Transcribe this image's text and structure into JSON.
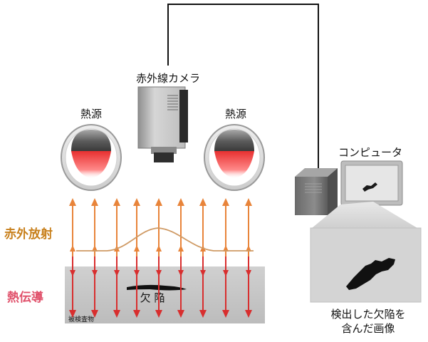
{
  "labels": {
    "camera": "赤外線カメラ",
    "heat_source_left": "熱源",
    "heat_source_right": "熱源",
    "computer": "コンピュータ",
    "infrared_radiation": "赤外放射",
    "heat_conduction": "熱伝導",
    "defect": "欠 陥",
    "specimen": "被検査物",
    "result_image_line1": "検出した欠陥を",
    "result_image_line2": "含んだ画像"
  },
  "colors": {
    "infrared_label": "#c8801c",
    "conduction_label": "#e0506a",
    "radiation_arrow": "#e8843a",
    "conduction_arrow": "#d82e2e",
    "specimen": "#c6c6c6",
    "temperature_curve": "#cf9a64",
    "cable": "#111111"
  },
  "icons": {
    "heat_source": "heat-lamp-icon",
    "camera": "infrared-camera-icon",
    "computer": "desktop-computer-icon"
  }
}
